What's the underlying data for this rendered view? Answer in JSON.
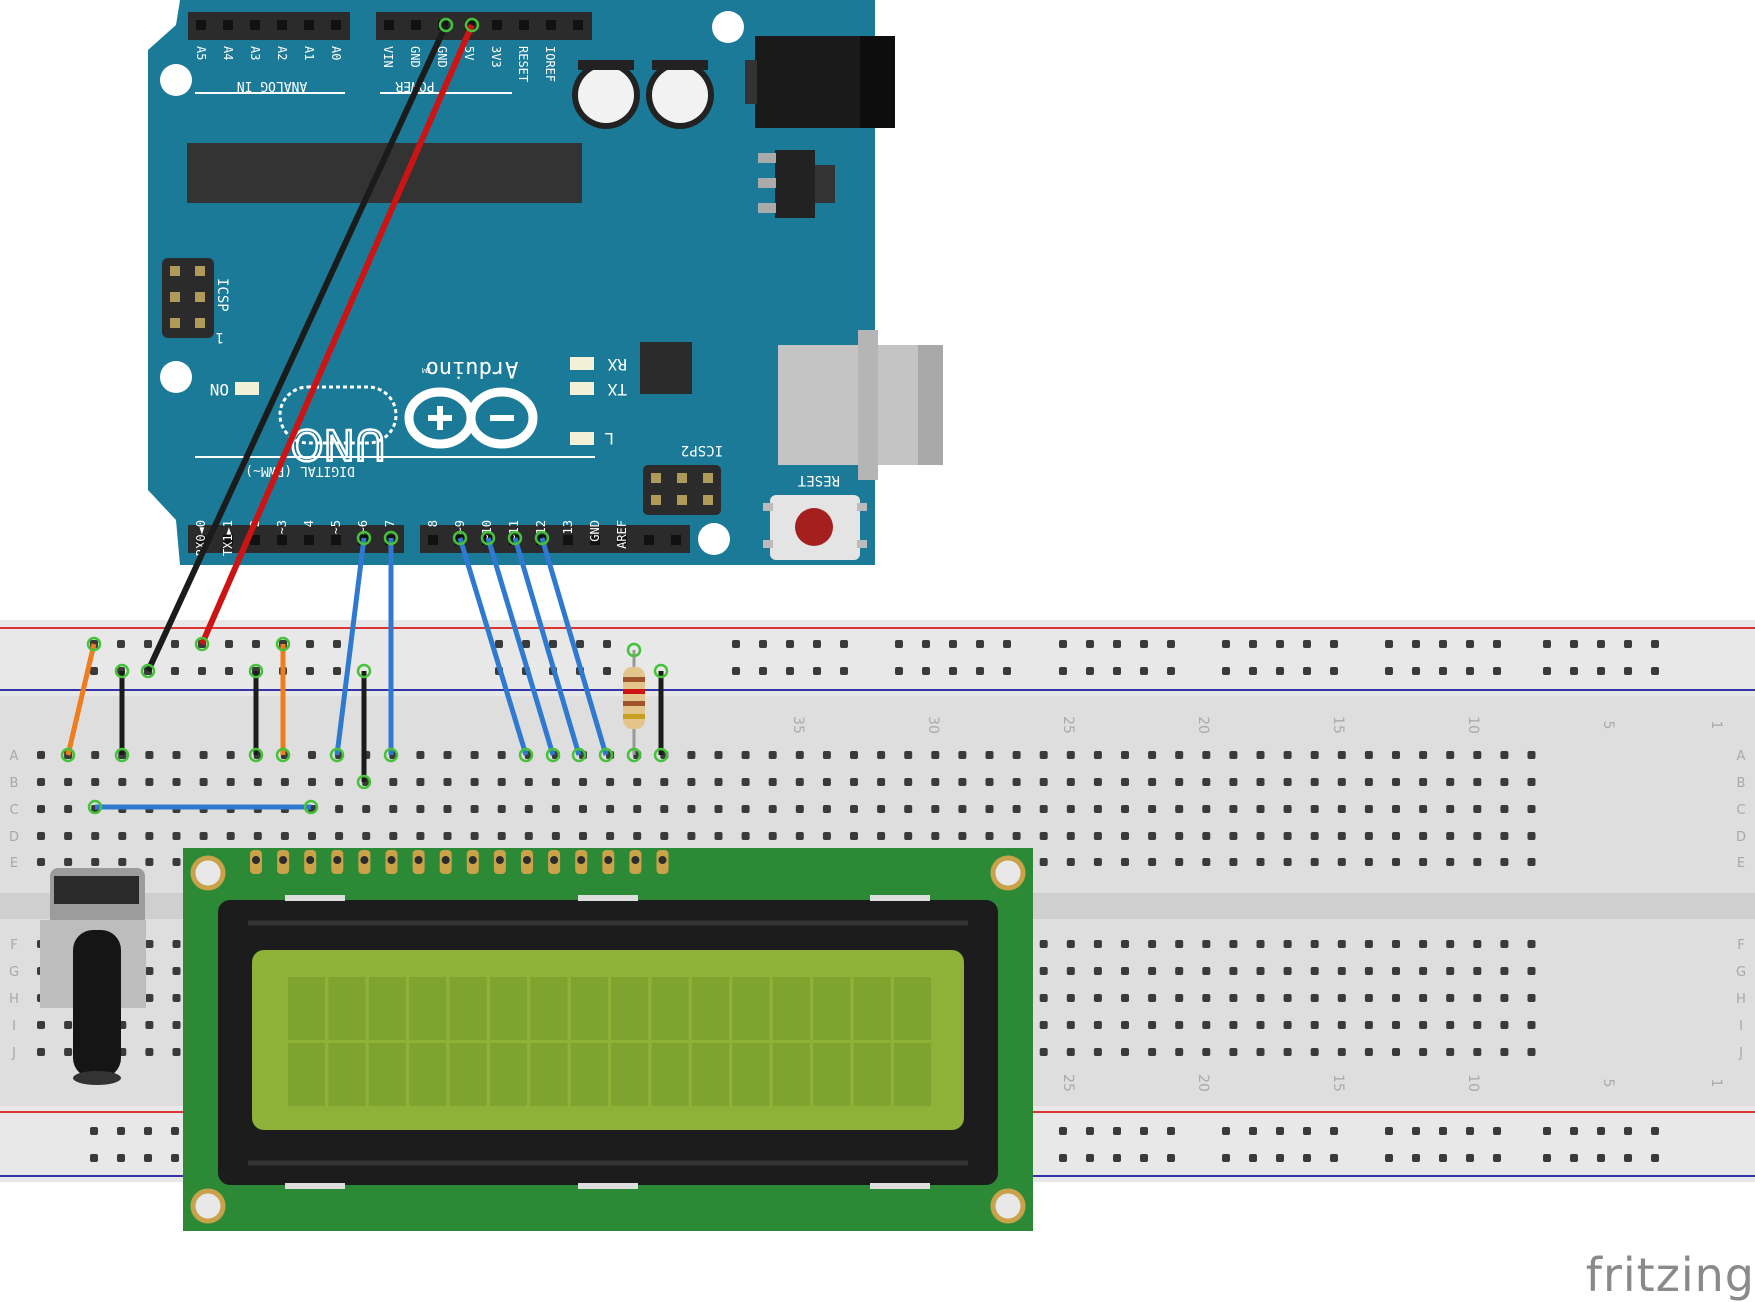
{
  "arduino": {
    "analog_header": "ANALOG IN",
    "analog_pins": [
      "A5",
      "A4",
      "A3",
      "A2",
      "A1",
      "A0"
    ],
    "power_header": "POWER",
    "power_pins": [
      "VIN",
      "GND",
      "GND",
      "5V",
      "3V3",
      "RESET",
      "IOREF"
    ],
    "icsp": "ICSP",
    "icsp2": "ICSP2",
    "icsp_pin1": "1",
    "on": "ON",
    "logo_main": "UNO",
    "logo_brand": "Arduino",
    "logo_tm": "TM",
    "rx": "RX",
    "tx": "TX",
    "l": "L",
    "reset": "RESET",
    "digital_header": "DIGITAL (PWM~)",
    "digital_low_pins": [
      "RX0◄0",
      "TX1►1",
      "2",
      "~3",
      "4",
      "~5",
      "~6",
      "7"
    ],
    "digital_high_pins": [
      "8",
      "~9",
      "~10",
      "~11",
      "12",
      "13",
      "GND",
      "AREF"
    ]
  },
  "breadboard": {
    "row_letters_top": [
      "A",
      "B",
      "C",
      "D",
      "E"
    ],
    "row_letters_bottom": [
      "F",
      "G",
      "H",
      "I",
      "J"
    ],
    "column_numbers": [
      "35",
      "30",
      "25",
      "20",
      "15",
      "10",
      "5",
      "1"
    ]
  },
  "brand": "fritzing",
  "colors": {
    "board": "#1b7a98",
    "wire_red": "#cc1414",
    "wire_black": "#1b1b1b",
    "wire_blue": "#2f7ad0",
    "wire_orange": "#ee7d1e",
    "lcd_pcb": "#2c8a37",
    "lcd_screen": "#8db237"
  },
  "icons": [
    "arduino-infinity-icon",
    "reset-button-icon",
    "potentiometer-icon",
    "resistor-icon",
    "lcd-display-icon"
  ]
}
